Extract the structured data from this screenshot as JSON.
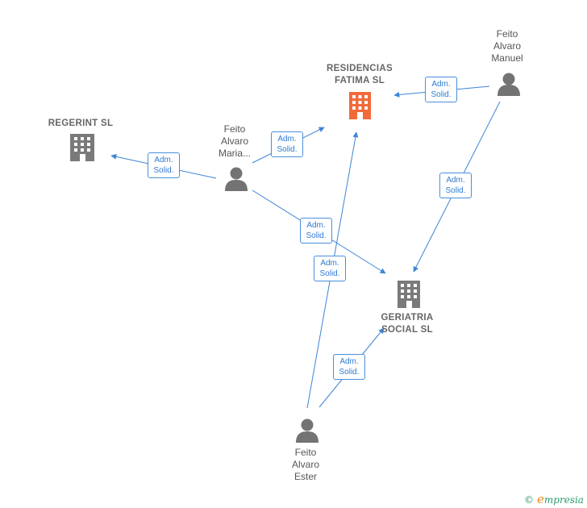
{
  "nodes": {
    "residencias": {
      "label": "RESIDENCIAS\nFATIMA  SL",
      "color": "#f26a3a"
    },
    "regerint": {
      "label": "REGERINT  SL",
      "color": "#7a7a7a"
    },
    "geriatria": {
      "label": "GERIATRIA\nSOCIAL SL",
      "color": "#7a7a7a"
    },
    "feito_maria": {
      "label": "Feito\nAlvaro\nMaria..."
    },
    "feito_manuel": {
      "label": "Feito\nAlvaro\nManuel"
    },
    "feito_ester": {
      "label": "Feito\nAlvaro\nEster"
    }
  },
  "edges": [
    {
      "id": "maria-residencias",
      "label": "Adm.\nSolid."
    },
    {
      "id": "maria-regerint",
      "label": "Adm.\nSolid."
    },
    {
      "id": "maria-geriatria",
      "label": "Adm.\nSolid."
    },
    {
      "id": "ester-residencias",
      "label": "Adm.\nSolid."
    },
    {
      "id": "ester-geriatria",
      "label": "Adm.\nSolid."
    },
    {
      "id": "manuel-residencias",
      "label": "Adm.\nSolid."
    },
    {
      "id": "manuel-geriatria",
      "label": "Adm.\nSolid."
    }
  ],
  "colors": {
    "edge": "#3d84d6",
    "person": "#737373"
  },
  "watermark": {
    "copyright": "©",
    "brand_initial": "e",
    "brand_rest": "mpresia"
  }
}
